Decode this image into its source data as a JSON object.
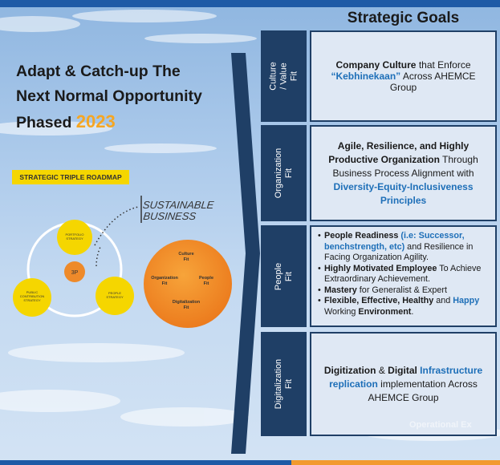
{
  "header": {
    "title": "Strategic Goals"
  },
  "left": {
    "headline_line1": "Adapt & Catch-up The",
    "headline_line2": "Next Normal Opportunity",
    "headline_phased": "Phased",
    "headline_year": "2023",
    "roadmap_label": "STRATEGIC TRIPLE ROADMAP",
    "sustainable_line1": "SUSTAINABLE",
    "sustainable_line2": "BUSINESS",
    "nodes": {
      "portfolio_line1": "PORTFOLIO",
      "portfolio_line2": "STRATEGY",
      "public_line1": "PUBLIC",
      "public_line2": "CONTRIBUTION",
      "public_line3": "STRATEGY",
      "people_line1": "PEOPLE",
      "people_line2": "STRATEGY",
      "center": "3P"
    },
    "fits": {
      "culture_line1": "Culture",
      "culture_line2": "Fit",
      "organization_line1": "Organization",
      "organization_line2": "Fit",
      "people_line1": "People",
      "people_line2": "Fit",
      "digitalization_line1": "Digitalization",
      "digitalization_line2": "Fit"
    }
  },
  "rows": {
    "culture": {
      "label_line1": "Culture",
      "label_line2": "/ Value",
      "label_line3": "Fit",
      "t1": "Company Culture",
      "t2": " that Enforce ",
      "t3": "“Kebhinekaan”",
      "t4": " Across AHEMCE Group"
    },
    "organization": {
      "label_line1": "Organization",
      "label_line2": "Fit",
      "t1": "Agile, Resilience, and Highly Productive Organization",
      "t2": " Through Business Process Alignment with ",
      "t3": "Diversity-Equity-Inclusiveness Principles"
    },
    "people": {
      "label_line1": "People",
      "label_line2": "Fit",
      "i1_a": "People Readiness",
      "i1_b": " (i.e: Successor, benchstrength, etc)",
      "i1_c": " and Resilience in Facing Organization Agility.",
      "i2_a": "Highly Motivated Employee",
      "i2_b": " To Achieve Extraordinary Achievement.",
      "i3_a": "Mastery",
      "i3_b": " for Generalist & Expert",
      "i4_a": "Flexible, Effective, Healthy",
      "i4_b": " and ",
      "i4_c": "Happy",
      "i4_d": " Working ",
      "i4_e": "Environment",
      "i4_f": "."
    },
    "digitalization": {
      "label_line1": "Digitalization",
      "label_line2": "Fit",
      "t1": "Digitization",
      "t2": " & ",
      "t3": "Digital",
      "t4": " Infrastructure replication",
      "t5": " implementation Across AHEMCE Group"
    }
  },
  "watermark": "Operational Ex",
  "colors": {
    "navy": "#1f3f66",
    "accent_blue": "#1e6fb8",
    "yellow": "#f5d600",
    "orange": "#f29a2e",
    "year": "#f5a623"
  }
}
